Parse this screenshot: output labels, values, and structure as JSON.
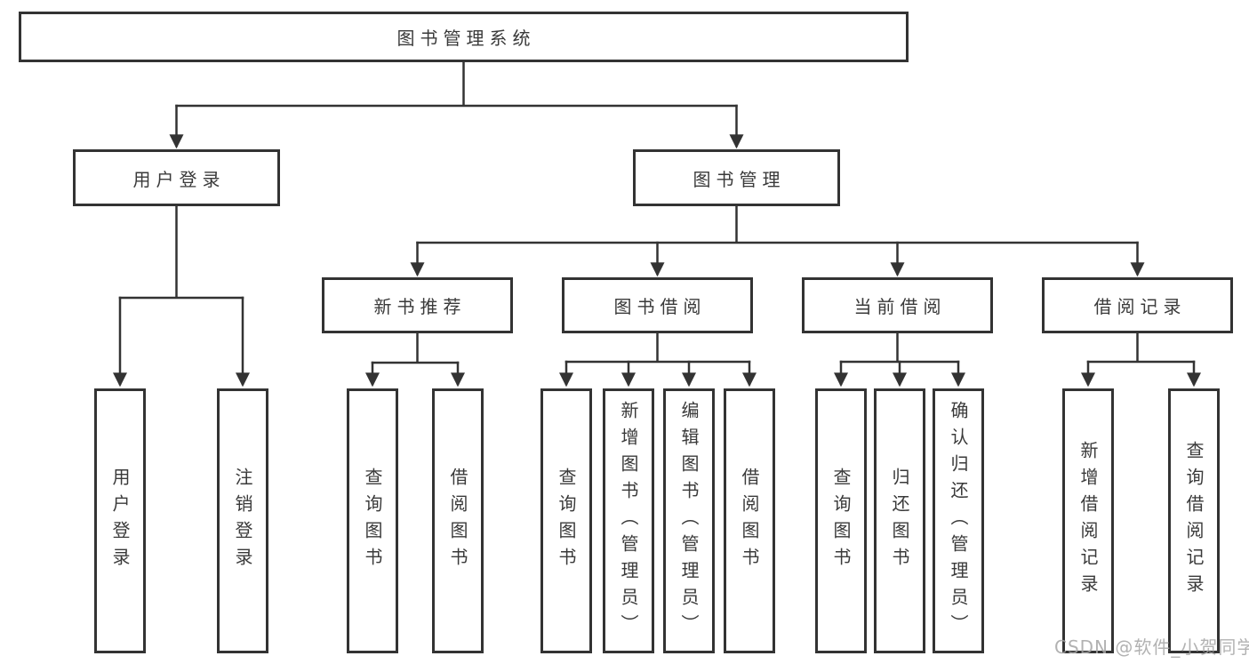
{
  "tree": {
    "label": "图书管理系统",
    "children": [
      {
        "label": "用户登录",
        "children": [
          {
            "label": "用户登录"
          },
          {
            "label": "注销登录"
          }
        ]
      },
      {
        "label": "图书管理",
        "children": [
          {
            "label": "新书推荐",
            "children": [
              {
                "label": "查询图书"
              },
              {
                "label": "借阅图书"
              }
            ]
          },
          {
            "label": "图书借阅",
            "children": [
              {
                "label": "查询图书"
              },
              {
                "label": "新增图书（管理员）"
              },
              {
                "label": "编辑图书（管理员）"
              },
              {
                "label": "借阅图书"
              }
            ]
          },
          {
            "label": "当前借阅",
            "children": [
              {
                "label": "查询图书"
              },
              {
                "label": "归还图书"
              },
              {
                "label": "确认归还（管理员）"
              }
            ]
          },
          {
            "label": "借阅记录",
            "children": [
              {
                "label": "新增借阅记录"
              },
              {
                "label": "查询借阅记录"
              }
            ]
          }
        ]
      }
    ]
  },
  "watermark": {
    "text": "CSDN @软件_小贺同学"
  },
  "colors": {
    "line": "#333333",
    "text": "#3a3a3a",
    "watermark": "#a5a5a5"
  }
}
